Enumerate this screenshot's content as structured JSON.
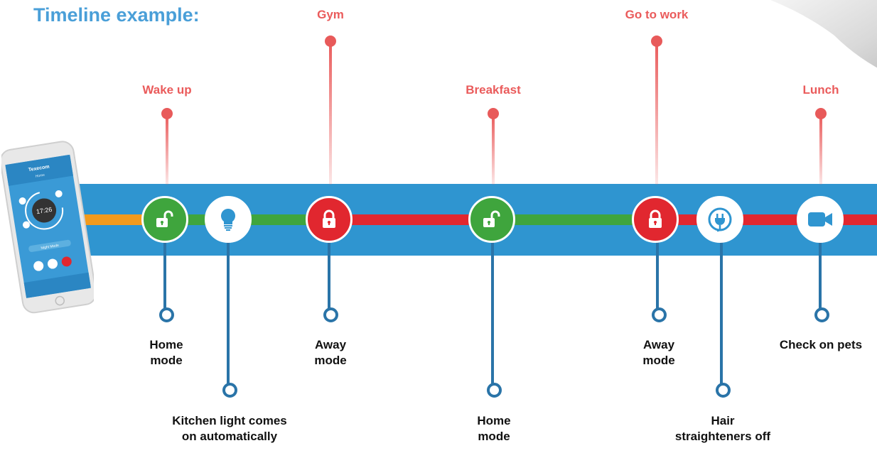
{
  "title": "Timeline example:",
  "events_above": [
    {
      "label": "Wake up"
    },
    {
      "label": "Gym"
    },
    {
      "label": "Breakfast"
    },
    {
      "label": "Go to work"
    },
    {
      "label": "Lunch"
    }
  ],
  "nodes": [
    {
      "icon": "unlock-icon",
      "color": "green"
    },
    {
      "icon": "lightbulb-icon",
      "color": "white"
    },
    {
      "icon": "lock-icon",
      "color": "red"
    },
    {
      "icon": "unlock-icon",
      "color": "green"
    },
    {
      "icon": "lock-icon",
      "color": "red"
    },
    {
      "icon": "plug-icon",
      "color": "white"
    },
    {
      "icon": "video-camera-icon",
      "color": "white"
    }
  ],
  "labels_below": [
    {
      "text": "Home\nmode"
    },
    {
      "text": "Kitchen light comes\non automatically"
    },
    {
      "text": "Away\nmode"
    },
    {
      "text": "Home\nmode"
    },
    {
      "text": "Away\nmode"
    },
    {
      "text": "Hair\nstraighteners off"
    },
    {
      "text": "Check on pets"
    }
  ],
  "phone": {
    "brand": "Texecom",
    "screen_title": "Home",
    "time": "17:26",
    "mode_button": "Night Mode"
  },
  "colors": {
    "title": "#4a9fd8",
    "event_label": "#ea5b5b",
    "band": "#2f95d0",
    "home_green": "#3fa53d",
    "away_red": "#e1272f",
    "connector": "#2a74a8",
    "lead_orange": "#f39a1c"
  }
}
